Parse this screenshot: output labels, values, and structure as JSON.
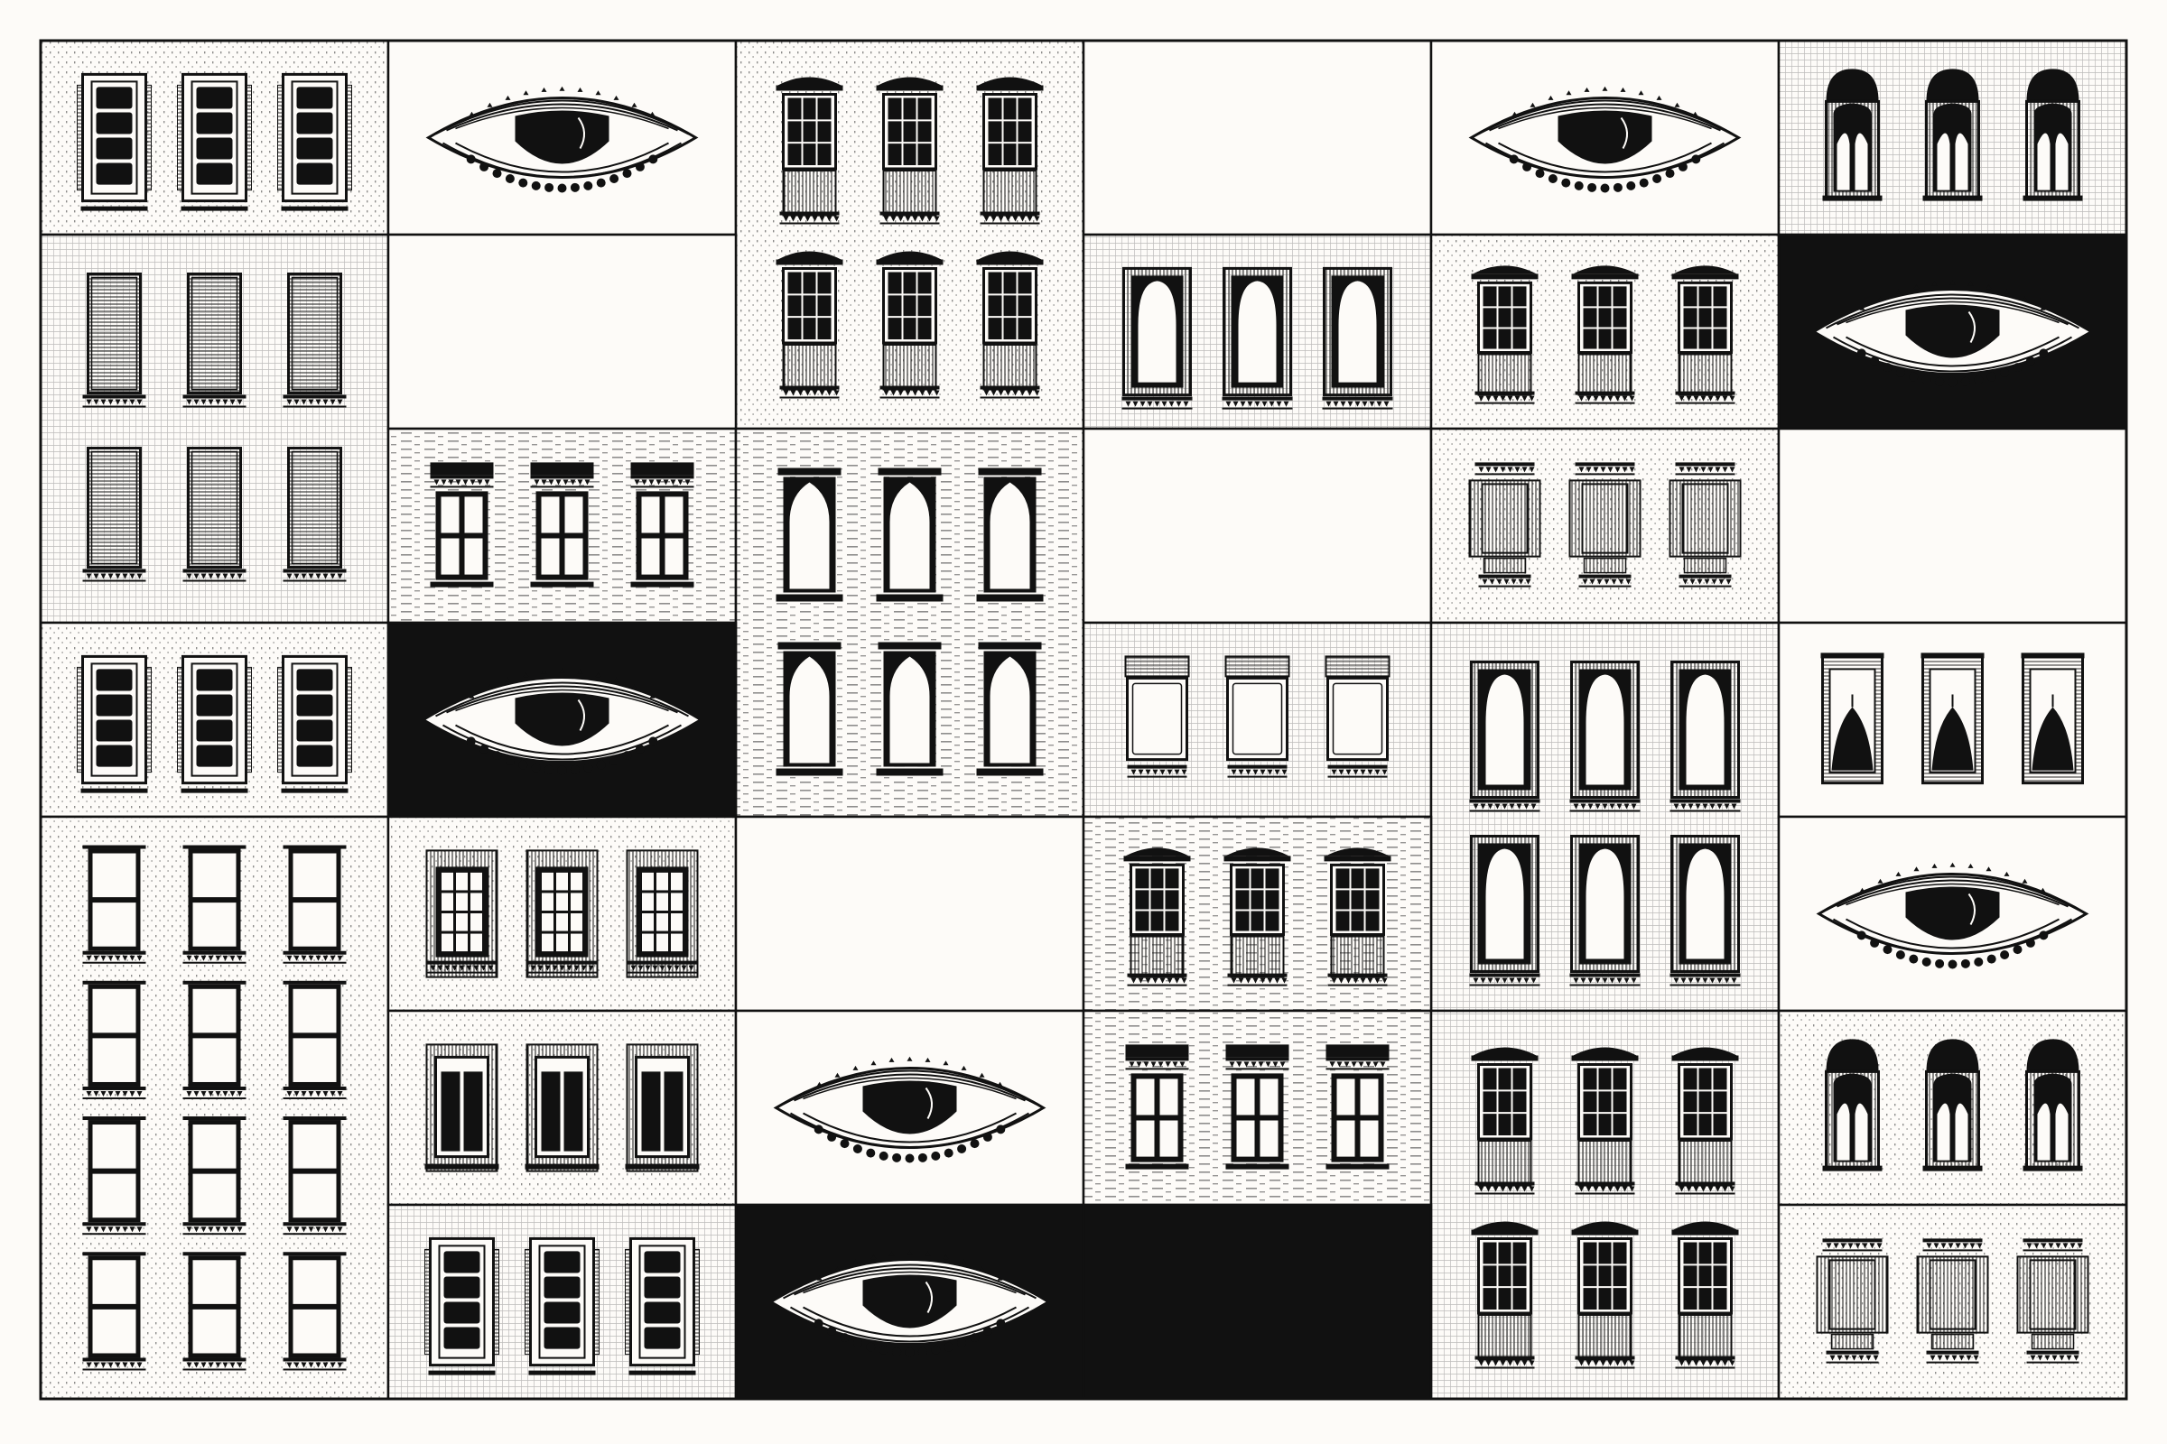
{
  "colors": {
    "paper": "#fdfbf8",
    "ink": "#111111"
  },
  "grid": {
    "columns": 6,
    "rows": 7
  },
  "panels": [
    {
      "c": 0,
      "r": 0,
      "h": 1,
      "bg": "white",
      "tex": "stipple",
      "motif": "windows",
      "style": "shutter",
      "cols": 3,
      "wrows": 1
    },
    {
      "c": 1,
      "r": 0,
      "h": 1,
      "bg": "white",
      "tex": "none",
      "motif": "eye"
    },
    {
      "c": 2,
      "r": 0,
      "h": 2,
      "bg": "white",
      "tex": "stipple",
      "motif": "windows",
      "style": "awning",
      "cols": 3,
      "wrows": 2
    },
    {
      "c": 3,
      "r": 0,
      "h": 1,
      "bg": "white",
      "tex": "none",
      "motif": "empty"
    },
    {
      "c": 4,
      "r": 0,
      "h": 1,
      "bg": "white",
      "tex": "none",
      "motif": "eye"
    },
    {
      "c": 5,
      "r": 0,
      "h": 1,
      "bg": "white",
      "tex": "hatch",
      "motif": "windows",
      "style": "domeTop",
      "cols": 3,
      "wrows": 1
    },
    {
      "c": 0,
      "r": 1,
      "h": 2,
      "bg": "white",
      "tex": "hatch",
      "motif": "windows",
      "style": "blind",
      "cols": 3,
      "wrows": 2
    },
    {
      "c": 1,
      "r": 1,
      "h": 1,
      "bg": "white",
      "tex": "none",
      "motif": "empty"
    },
    {
      "c": 3,
      "r": 1,
      "h": 1,
      "bg": "white",
      "tex": "hatch",
      "motif": "windows",
      "style": "archFrame",
      "cols": 3,
      "wrows": 1
    },
    {
      "c": 4,
      "r": 1,
      "h": 1,
      "bg": "white",
      "tex": "stipple",
      "motif": "windows",
      "style": "awningGrid",
      "cols": 3,
      "wrows": 1
    },
    {
      "c": 5,
      "r": 1,
      "h": 1,
      "bg": "black",
      "tex": "none",
      "motif": "eye"
    },
    {
      "c": 1,
      "r": 2,
      "h": 1,
      "bg": "white",
      "tex": "dash",
      "motif": "windows",
      "style": "cross",
      "cols": 3,
      "wrows": 1
    },
    {
      "c": 2,
      "r": 2,
      "h": 2,
      "bg": "white",
      "tex": "dash",
      "motif": "windows",
      "style": "gothic",
      "cols": 3,
      "wrows": 2
    },
    {
      "c": 3,
      "r": 2,
      "h": 1,
      "bg": "white",
      "tex": "none",
      "motif": "empty"
    },
    {
      "c": 4,
      "r": 2,
      "h": 1,
      "bg": "white",
      "tex": "stipple",
      "motif": "windows",
      "style": "lantern",
      "cols": 3,
      "wrows": 1
    },
    {
      "c": 5,
      "r": 2,
      "h": 1,
      "bg": "white",
      "tex": "none",
      "motif": "empty"
    },
    {
      "c": 0,
      "r": 3,
      "h": 1,
      "bg": "white",
      "tex": "stipple",
      "motif": "windows",
      "style": "shutterWide",
      "cols": 3,
      "wrows": 1
    },
    {
      "c": 1,
      "r": 3,
      "h": 1,
      "bg": "black",
      "tex": "none",
      "motif": "eye"
    },
    {
      "c": 3,
      "r": 3,
      "h": 1,
      "bg": "white",
      "tex": "hatch",
      "motif": "windows",
      "style": "plain",
      "cols": 3,
      "wrows": 1
    },
    {
      "c": 4,
      "r": 3,
      "h": 2,
      "bg": "white",
      "tex": "hatch",
      "motif": "windows",
      "style": "archFrame",
      "cols": 3,
      "wrows": 2
    },
    {
      "c": 5,
      "r": 3,
      "h": 1,
      "bg": "white",
      "tex": "none",
      "motif": "windows",
      "style": "onion",
      "cols": 3,
      "wrows": 1
    },
    {
      "c": 0,
      "r": 4,
      "h": 3,
      "bg": "white",
      "tex": "stipple",
      "motif": "windows",
      "style": "sash",
      "cols": 3,
      "wrows": 4
    },
    {
      "c": 1,
      "r": 4,
      "h": 1,
      "bg": "white",
      "tex": "stipple",
      "motif": "windows",
      "style": "gridSmall",
      "cols": 3,
      "wrows": 1
    },
    {
      "c": 2,
      "r": 4,
      "h": 1,
      "bg": "white",
      "tex": "none",
      "motif": "empty"
    },
    {
      "c": 3,
      "r": 4,
      "h": 1,
      "bg": "white",
      "tex": "dash",
      "motif": "windows",
      "style": "awningGrid",
      "cols": 3,
      "wrows": 1
    },
    {
      "c": 5,
      "r": 4,
      "h": 1,
      "bg": "white",
      "tex": "none",
      "motif": "eye"
    },
    {
      "c": 1,
      "r": 5,
      "h": 1,
      "bg": "white",
      "tex": "stipple",
      "motif": "windows",
      "style": "tallPair",
      "cols": 3,
      "wrows": 1
    },
    {
      "c": 2,
      "r": 5,
      "h": 1,
      "bg": "white",
      "tex": "none",
      "motif": "eye"
    },
    {
      "c": 3,
      "r": 5,
      "h": 1,
      "bg": "white",
      "tex": "dash",
      "motif": "windows",
      "style": "cross",
      "cols": 3,
      "wrows": 1
    },
    {
      "c": 4,
      "r": 5,
      "h": 2,
      "bg": "white",
      "tex": "hatch",
      "motif": "windows",
      "style": "awningGrid",
      "cols": 3,
      "wrows": 2
    },
    {
      "c": 5,
      "r": 5,
      "h": 1,
      "bg": "white",
      "tex": "stipple",
      "motif": "windows",
      "style": "domeTop",
      "cols": 3,
      "wrows": 1
    },
    {
      "c": 1,
      "r": 6,
      "h": 1,
      "bg": "white",
      "tex": "hatch",
      "motif": "windows",
      "style": "shutterWide",
      "cols": 3,
      "wrows": 1
    },
    {
      "c": 2,
      "r": 6,
      "h": 1,
      "bg": "black",
      "tex": "none",
      "motif": "eye"
    },
    {
      "c": 3,
      "r": 6,
      "h": 1,
      "bg": "black",
      "tex": "none",
      "motif": "empty"
    },
    {
      "c": 5,
      "r": 6,
      "h": 1,
      "bg": "white",
      "tex": "stipple",
      "motif": "windows",
      "style": "lantern",
      "cols": 3,
      "wrows": 1
    }
  ]
}
